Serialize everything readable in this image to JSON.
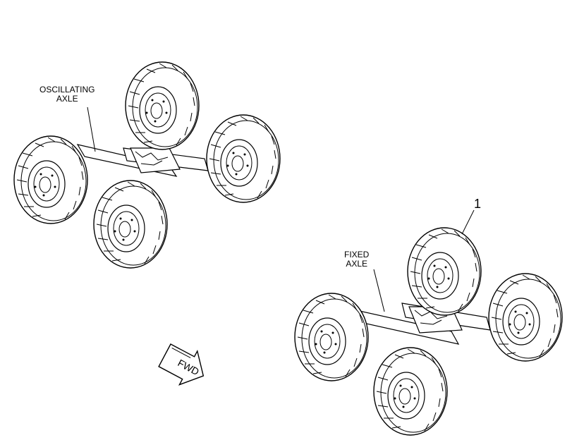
{
  "labels": {
    "oscillating_line1": "OSCILLATING",
    "oscillating_line2": "AXLE",
    "fixed_line1": "FIXED",
    "fixed_line2": "AXLE",
    "callout_1": "1",
    "fwd": "FWD"
  },
  "colors": {
    "ink": "#000000",
    "background": "#ffffff"
  }
}
